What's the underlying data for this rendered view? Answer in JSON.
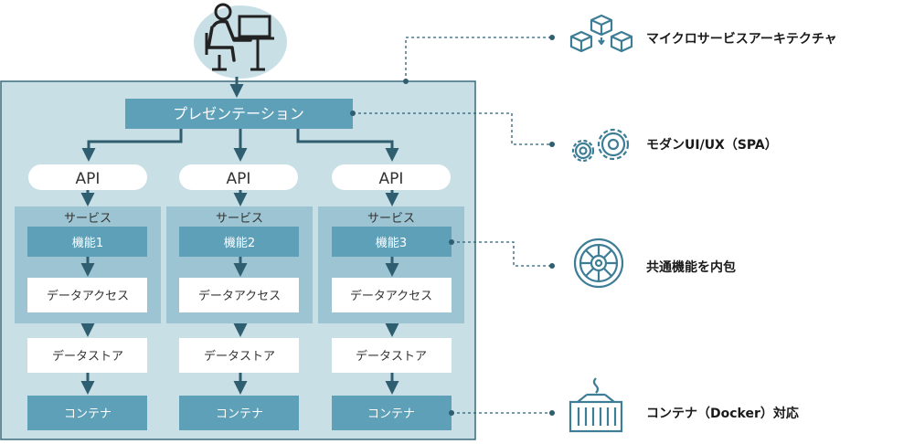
{
  "presentation": {
    "label": "プレゼンテーション"
  },
  "columns": [
    {
      "api": "API",
      "service": "サービス",
      "feature": "機能1",
      "data_access": "データアクセス",
      "data_store": "データストア",
      "container": "コンテナ"
    },
    {
      "api": "API",
      "service": "サービス",
      "feature": "機能2",
      "data_access": "データアクセス",
      "data_store": "データストア",
      "container": "コンテナ"
    },
    {
      "api": "API",
      "service": "サービス",
      "feature": "機能3",
      "data_access": "データアクセス",
      "data_store": "データストア",
      "container": "コンテナ"
    }
  ],
  "callouts": [
    {
      "label": "マイクロサービスアーキテクチャ",
      "icon": "cubes-icon"
    },
    {
      "label": "モダンUI/UX（SPA）",
      "icon": "gears-icon"
    },
    {
      "label": "共通機能を内包",
      "icon": "wheel-icon"
    },
    {
      "label": "コンテナ（Docker）対応",
      "icon": "shipping-container-icon"
    }
  ],
  "colors": {
    "outer_panel": "#c9dfe6",
    "service_group": "#9cc4d3",
    "box_dark": "#5fa0b9",
    "arrow": "#2f5e70",
    "dotted_line": "#2f5e70",
    "icon": "#3d7d96"
  },
  "user_icon": "person-at-laptop-icon"
}
